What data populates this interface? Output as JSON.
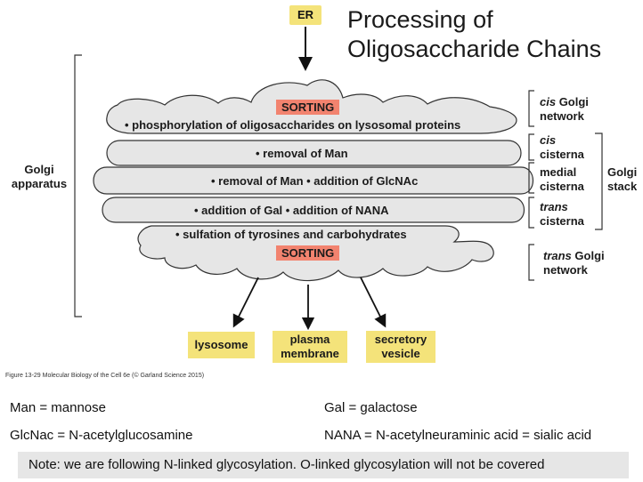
{
  "title_line1": "Processing of",
  "title_line2": "Oligosaccharide Chains",
  "er_label": "ER",
  "golgi_apparatus_line1": "Golgi",
  "golgi_apparatus_line2": "apparatus",
  "golgi_stack_line1": "Golgi",
  "golgi_stack_line2": "stack",
  "sorting_label": "SORTING",
  "cisternae": [
    {
      "text": "• phosphorylation of oligosaccharides on lysosomal proteins",
      "label_line1": "cis Golgi",
      "label_line2": "network",
      "italic": "cis"
    },
    {
      "text": "• removal of Man",
      "label_line1": "cis",
      "label_line2": "cisterna",
      "italic": "cis"
    },
    {
      "text": "• removal of Man  • addition of GlcNAc",
      "label_line1": "medial",
      "label_line2": "cisterna",
      "italic": ""
    },
    {
      "text": "• addition of Gal  • addition of NANA",
      "label_line1": "trans",
      "label_line2": "cisterna",
      "italic": "trans"
    },
    {
      "text": "• sulfation of tyrosines and carbohydrates",
      "label_line1": "trans Golgi",
      "label_line2": "network",
      "italic": "trans"
    }
  ],
  "destinations": [
    {
      "line1": "lysosome",
      "line2": ""
    },
    {
      "line1": "plasma",
      "line2": "membrane"
    },
    {
      "line1": "secretory",
      "line2": "vesicle"
    }
  ],
  "caption": "Figure 13-29 Molecular Biology of the Cell 6e (© Garland Science 2015)",
  "definitions": {
    "man": "Man = mannose",
    "gal": "Gal = galactose",
    "glcnac": "GlcNac = N-acetylglucosamine",
    "nana": "NANA = N-acetylneuraminic acid = sialic acid"
  },
  "note": "Note: we are following N-linked glycosylation.  O-linked glycosylation will not be covered",
  "colors": {
    "sorting": "#f2836f",
    "highlight": "#f4e37a",
    "cisterna_fill": "#e6e6e6",
    "note_bg": "#e6e6e6"
  }
}
